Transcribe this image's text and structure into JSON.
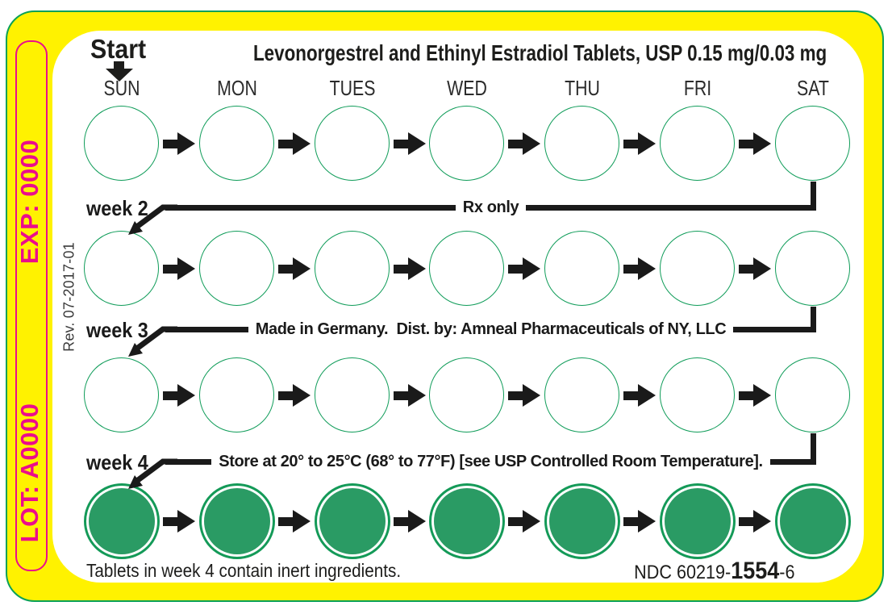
{
  "colors": {
    "yellow": "#FFF200",
    "card_border_green": "#0AA157",
    "circle_stroke_green": "#0F9C59",
    "tablet_fill_green": "#2A9B64",
    "imprint_magenta": "#EB0D8C",
    "ink_black": "#1D1D1B"
  },
  "side": {
    "exp": "EXP: 0000",
    "lot": "LOT: A0000",
    "rev": "Rev. 07-2017-01"
  },
  "pack": {
    "start_label": "Start",
    "title": "Levonorgestrel and Ethinyl Estradiol Tablets, USP 0.15 mg/0.03 mg",
    "days": [
      "SUN",
      "MON",
      "TUES",
      "WED",
      "THU",
      "FRI",
      "SAT"
    ],
    "grid": {
      "rows": 4,
      "cols": 7,
      "inert_filled_row": 4
    },
    "connectors": [
      {
        "label": "week 2",
        "note": "Rx only"
      },
      {
        "label": "week 3",
        "note": "Made in Germany.  Dist. by: Amneal Pharmaceuticals of NY, LLC"
      },
      {
        "label": "week 4",
        "note": "Store at 20° to 25°C (68° to 77°F) [see USP Controlled Room Temperature]."
      }
    ],
    "footnote": "Tablets in week 4 contain inert ingredients.",
    "ndc": {
      "prefix": "NDC 60219-",
      "code": "1554",
      "suffix": "-6"
    }
  }
}
